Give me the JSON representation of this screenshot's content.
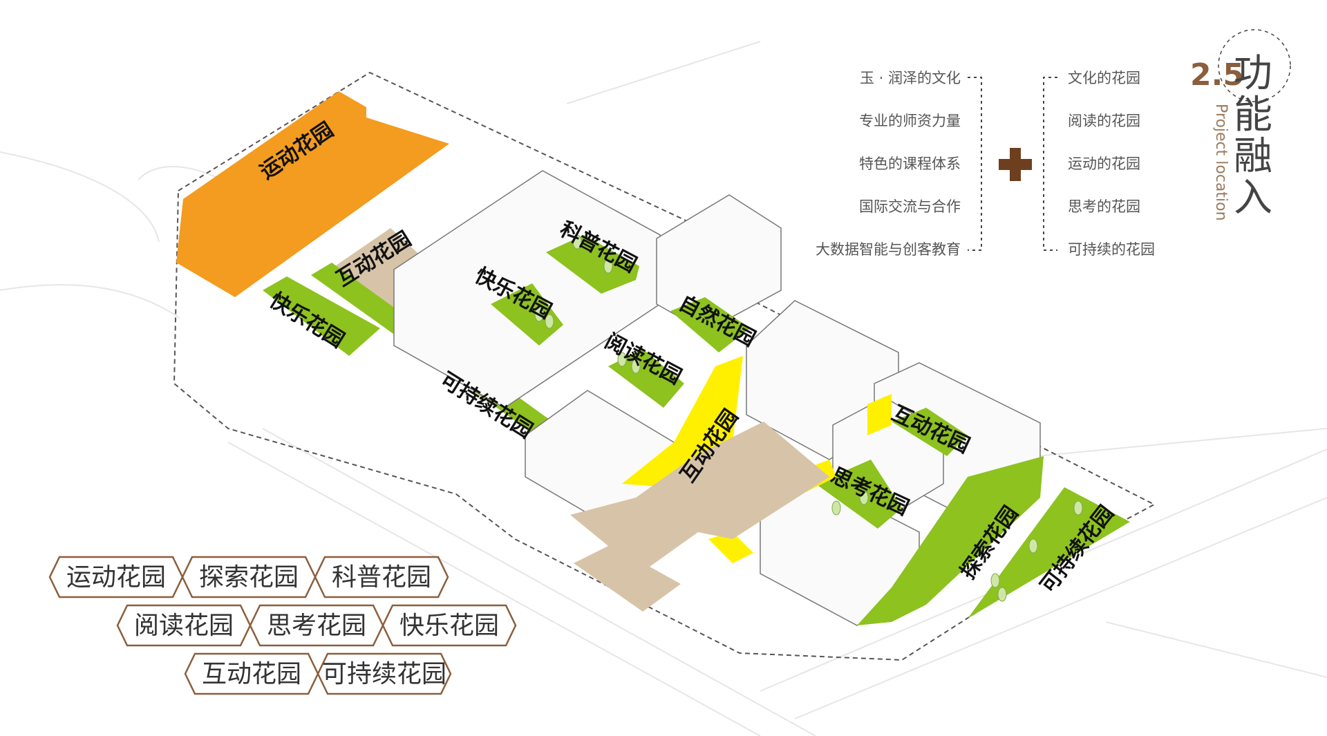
{
  "section": {
    "number": "2.5",
    "title_chars": [
      "功",
      "能",
      "融",
      "入"
    ],
    "subtitle": "Project location"
  },
  "left_list": [
    "玉 · 润泽的文化",
    "专业的师资力量",
    "特色的课程体系",
    "国际交流与合作",
    "大数据智能与创客教育"
  ],
  "right_list": [
    "文化的花园",
    "阅读的花园",
    "运动的花园",
    "思考的花园",
    "可持续的花园"
  ],
  "zones": {
    "sports": "运动花园",
    "interactive_west": "互动花园",
    "happy_west": "快乐花园",
    "science": "科普花园",
    "happy_center": "快乐花园",
    "nature": "自然花园",
    "reading": "阅读花园",
    "sustainable_long": "可持续花园",
    "interactive_plaza": "互动花园",
    "interactive_east": "互动花园",
    "thinking": "思考花园",
    "explore": "探索花园",
    "sustainable_corner": "可持续花园"
  },
  "legend": [
    "运动花园",
    "探索花园",
    "科普花园",
    "阅读花园",
    "思考花园",
    "快乐花园",
    "互动花园",
    "可持续花园"
  ],
  "colors": {
    "sports": "#F39C1F",
    "green": "#8DC21F",
    "yellow": "#FFF000",
    "plaza": "#D7C4A8",
    "accent_brown": "#8B5E3C",
    "plus": "#6D3F1F"
  }
}
